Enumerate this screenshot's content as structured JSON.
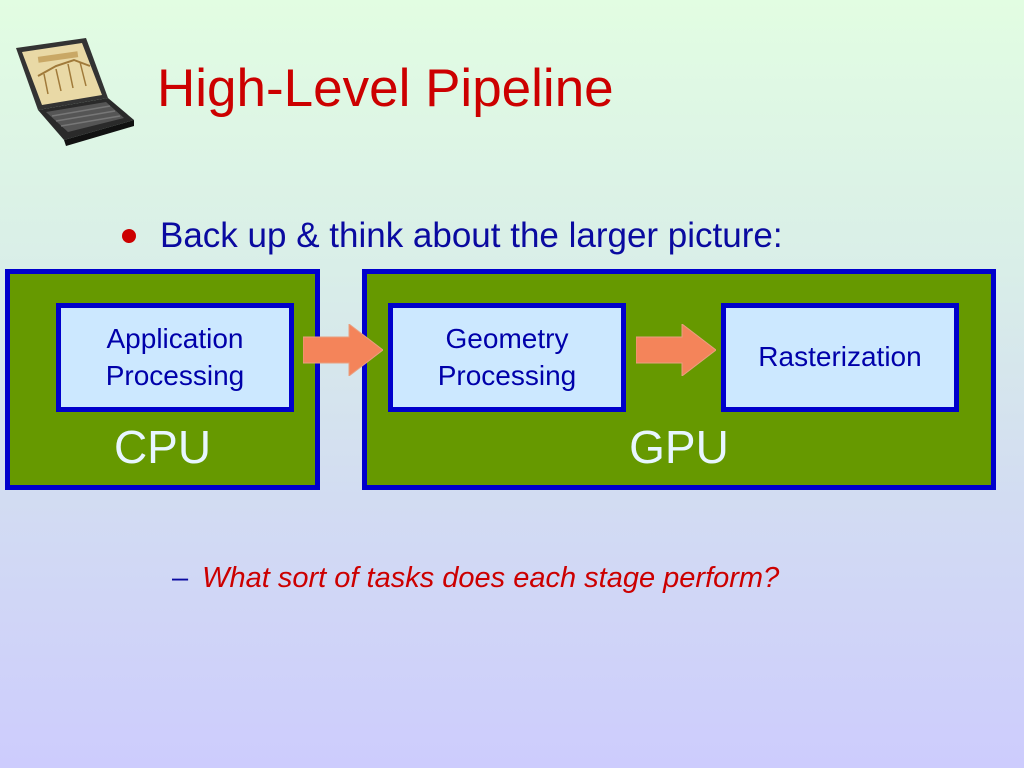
{
  "slide": {
    "title": "High-Level Pipeline",
    "bullet": "Back up & think about the larger picture:",
    "sub_bullet_dash": "–",
    "sub_bullet": "What sort of tasks does each stage perform?"
  },
  "diagram": {
    "zones": [
      {
        "label": "CPU"
      },
      {
        "label": "GPU"
      }
    ],
    "stages": [
      {
        "label": "Application\nProcessing"
      },
      {
        "label": "Geometry\nProcessing"
      },
      {
        "label": "Rasterization"
      }
    ]
  },
  "icons": {
    "logo": "laptop-icon",
    "bullet": "bullet-dot-icon",
    "arrow": "right-arrow-icon"
  },
  "colors": {
    "title": "#cc0000",
    "body_text": "#0a0aa0",
    "zone_fill": "#669900",
    "zone_border": "#0000cc",
    "stage_fill": "#cce8ff",
    "arrow": "#f4845a",
    "sub_text": "#cc0000"
  }
}
